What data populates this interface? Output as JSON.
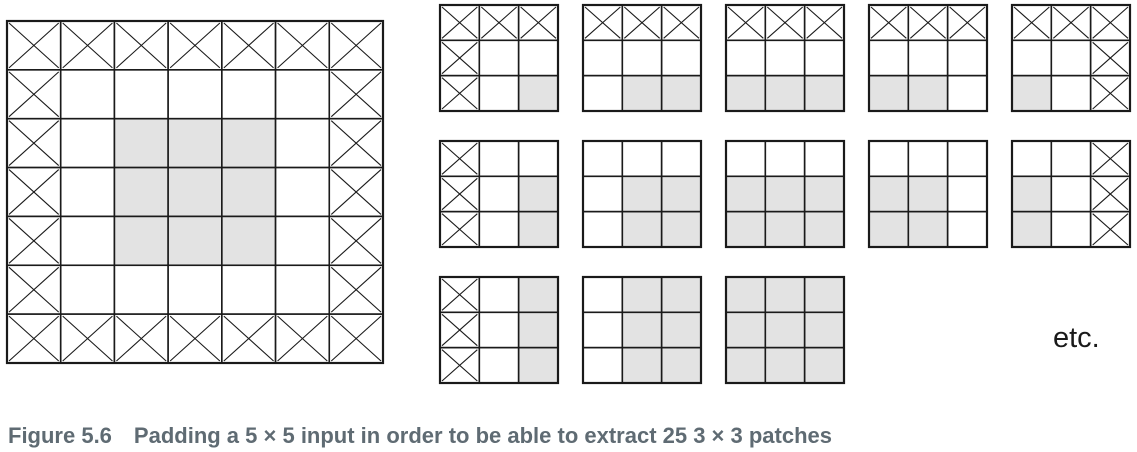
{
  "colors": {
    "border": "#1a1a1a",
    "input_cell_fill": "#e3e3e3",
    "padding_cell_fill": "#ffffff",
    "empty_cell_fill": "#ffffff",
    "caption_color": "#5f6b73"
  },
  "padded_grid": {
    "description_rows": 7,
    "description_cols": 7,
    "padding": 1,
    "input_size": 5
  },
  "patches": {
    "patch_size": 3,
    "shown": [
      {
        "row": 0,
        "col": 0
      },
      {
        "row": 0,
        "col": 1
      },
      {
        "row": 0,
        "col": 2
      },
      {
        "row": 0,
        "col": 3
      },
      {
        "row": 0,
        "col": 4
      },
      {
        "row": 1,
        "col": 0
      },
      {
        "row": 1,
        "col": 1
      },
      {
        "row": 1,
        "col": 2
      },
      {
        "row": 1,
        "col": 3
      },
      {
        "row": 1,
        "col": 4
      },
      {
        "row": 2,
        "col": 0
      },
      {
        "row": 2,
        "col": 1
      },
      {
        "row": 2,
        "col": 2
      }
    ]
  },
  "etc_label": "etc.",
  "caption": {
    "figure_number": "Figure 5.6",
    "text": "Padding a 5 × 5 input in order to be able to extract 25 3 × 3 patches"
  }
}
